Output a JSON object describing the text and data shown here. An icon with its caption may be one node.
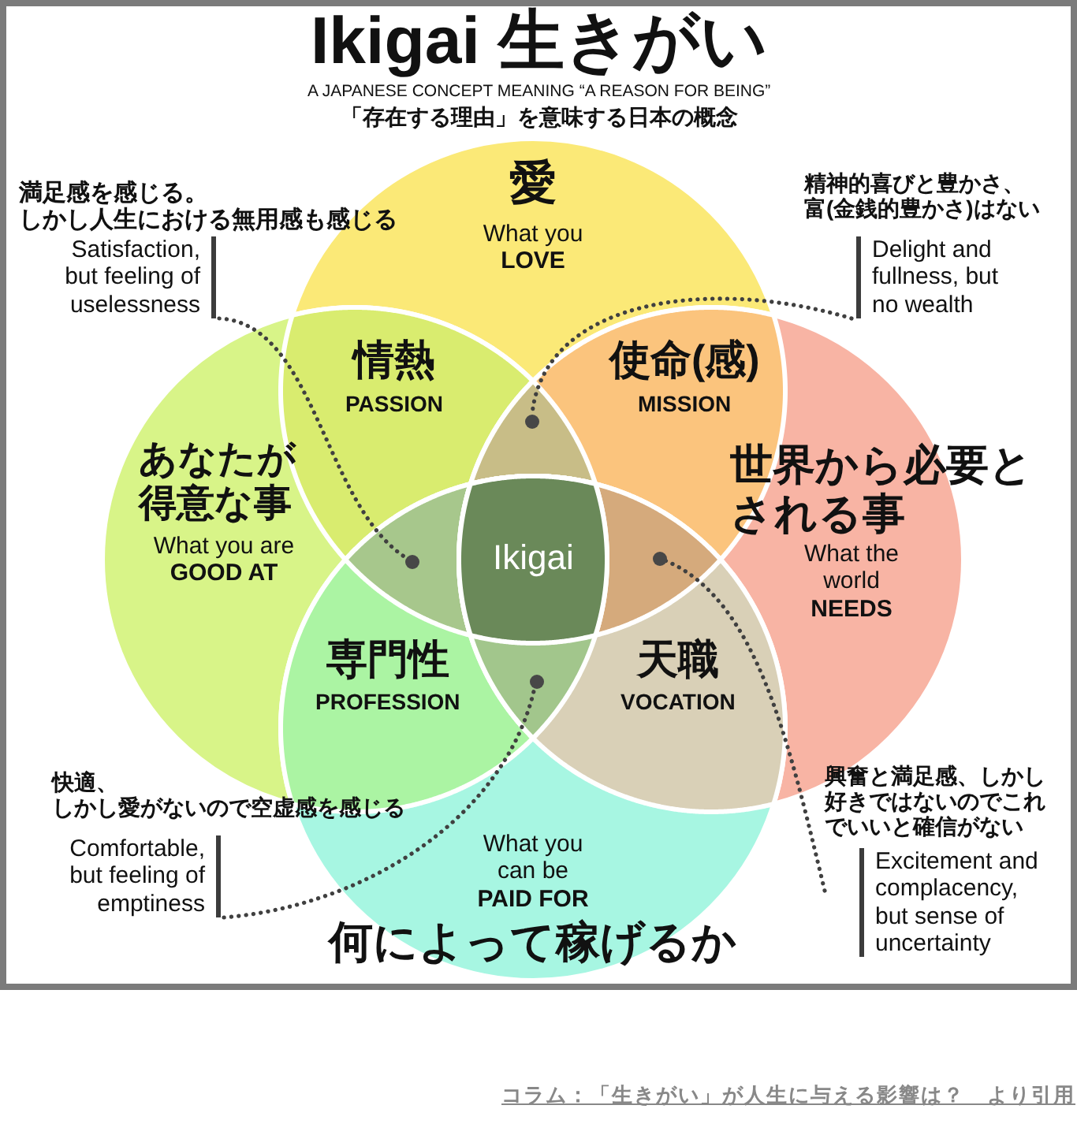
{
  "diagram": {
    "title": "Ikigai 生きがい",
    "nodes": [
      {
        "text": [
          "愛",
          "What you **LOVE**"
        ]
      },
      {
        "text": [
          "情熱",
          "PASSION"
        ]
      },
      {
        "text": [
          "使命(感)",
          "MISSION"
        ]
      },
      {
        "text": [
          "あなたが得意な事",
          "What you are **GOOD AT**"
        ]
      },
      {
        "text": [
          "Ikigai"
        ]
      },
      {
        "text": [
          "世界から必要とされる事",
          "What the world **NEEDS**"
        ]
      },
      {
        "text": [
          "専門性",
          "PROFESSION"
        ]
      },
      {
        "text": [
          "天職",
          "VOCATION"
        ]
      },
      {
        "text": [
          "What you can be **PAID FOR**",
          "何によって稼げるか"
        ]
      },
      {
        "text": [
          "満足感を感じる。しかし人生における無用感も感じる",
          "Satisfaction, but feeling of uselessness"
        ]
      },
      {
        "text": [
          "精神的喜びと豊かさ、富(金銭的豊かさ)はない",
          "Delight and fullness, but no wealth"
        ]
      },
      {
        "text": [
          "快適、しかし愛がないので空虚感を感じる",
          "Comfortable, but feeling of emptiness"
        ]
      },
      {
        "text": [
          "興奮と満足感、しかし好きではないのでこれでいいと確信がない",
          "Excitement and complacency, but sense of uncertainty"
        ]
      },
      {
        "text": [],
        "shape": "circle"
      },
      {
        "text": [],
        "shape": "circle"
      },
      {
        "text": [],
        "shape": "circle"
      },
      {
        "text": [],
        "shape": "circle"
      }
    ],
    "edges": [
      {
        "from": 9,
        "to": 14,
        "arrow": "none",
        "style": "dashed"
      },
      {
        "from": 10,
        "to": 13,
        "arrow": "none",
        "style": "dashed"
      },
      {
        "from": 11,
        "to": 16,
        "arrow": "none",
        "style": "dashed"
      },
      {
        "from": 12,
        "to": 15,
        "arrow": "none",
        "style": "dashed"
      }
    ],
    "labels": [
      "A JAPANESE CONCEPT MEANING “A REASON FOR BEING”",
      "「存在する理由」を意味する日本の概念",
      "コラム：「生きがい」が人生に与える影響は？　より引用"
    ]
  }
}
